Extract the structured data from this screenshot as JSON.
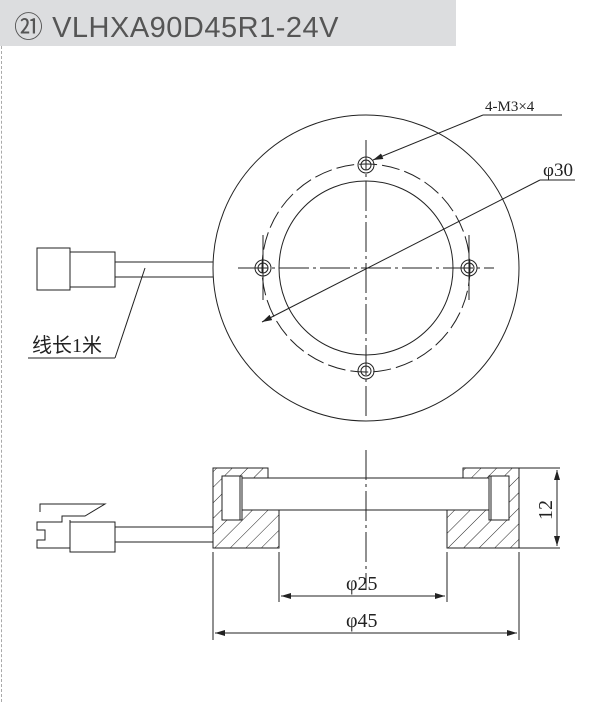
{
  "title": {
    "number": "㉑",
    "model": "VLHXA90D45R1-24V"
  },
  "drawing": {
    "thread_label": "4-M3×4",
    "bolt_circle_label": "φ30",
    "cable_label": "线长1米",
    "height_label": "12",
    "inner_diameter_label": "φ25",
    "outer_diameter_label": "φ45"
  }
}
